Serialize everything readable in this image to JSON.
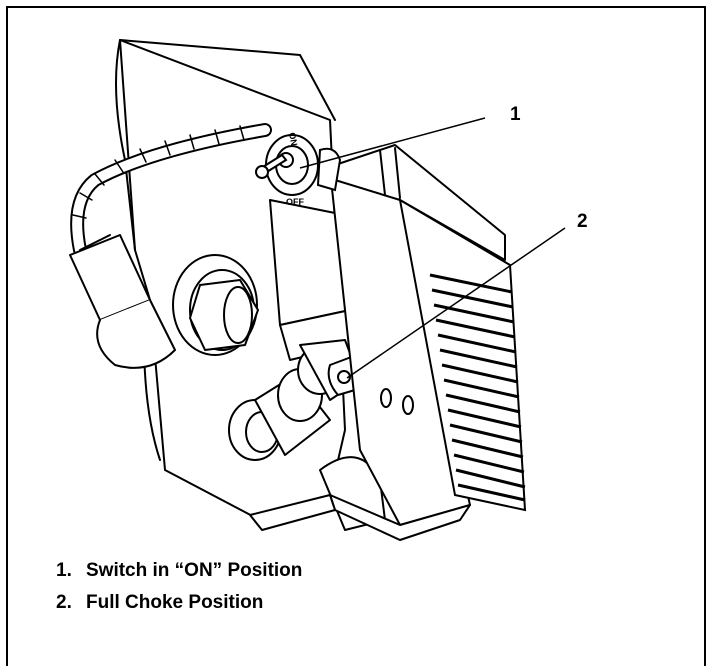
{
  "callouts": [
    {
      "number": "1"
    },
    {
      "number": "2"
    }
  ],
  "switch_labels": {
    "on": "ON",
    "off": "OFF"
  },
  "legend": [
    {
      "number": "1.",
      "text": "Switch in “ON” Position"
    },
    {
      "number": "2.",
      "text": "Full Choke Position"
    }
  ]
}
